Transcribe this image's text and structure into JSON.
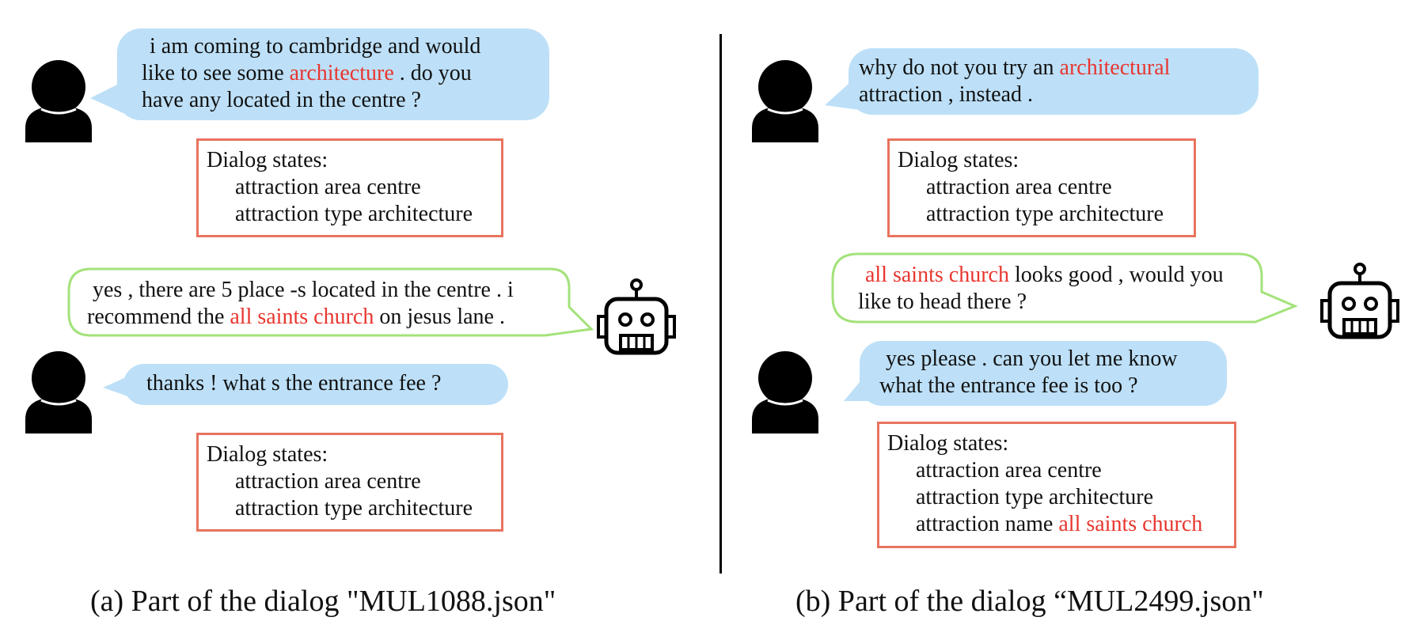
{
  "colors": {
    "user_bubble": "#bde0f8",
    "system_bubble_border": "#a3e27a",
    "state_border": "#e8735e",
    "highlight": "#e8362f",
    "divider": "#000000"
  },
  "icons": {
    "user": "person-icon",
    "system": "robot-icon"
  },
  "panel_a": {
    "caption": "(a) Part of the dialog \"MUL1088.json\"",
    "turn1": {
      "line1": "i am coming to cambridge and would",
      "line2_pre": "like to see some ",
      "line2_hl": "architecture",
      "line2_post": " . do you",
      "line3": "have any located in the centre ?"
    },
    "state1": {
      "title": "Dialog states:",
      "slot1": "attraction area centre",
      "slot2": "attraction type architecture"
    },
    "system": {
      "line1": "yes , there are 5 place -s located in the centre . i",
      "line2_pre": "recommend the ",
      "line2_hl": "all saints church",
      "line2_post": " on jesus lane ."
    },
    "turn2": {
      "line1": "thanks ! what s the entrance fee ?"
    },
    "state2": {
      "title": "Dialog states:",
      "slot1": "attraction area centre",
      "slot2": "attraction type architecture"
    }
  },
  "panel_b": {
    "caption": "(b) Part of the dialog “MUL2499.json\"",
    "turn1": {
      "line1_pre": "why do not you try an ",
      "line1_hl": "architectural",
      "line2": "attraction , instead ."
    },
    "state1": {
      "title": "Dialog states:",
      "slot1": "attraction area centre",
      "slot2": "attraction type architecture"
    },
    "system": {
      "line1_hl": "all saints church",
      "line1_post": " looks good , would you",
      "line2": "like to head there ?"
    },
    "turn2": {
      "line1": "yes please . can you let me know",
      "line2": "what the entrance fee is too ?"
    },
    "state2": {
      "title": "Dialog states:",
      "slot1": "attraction area centre",
      "slot2": "attraction type architecture",
      "slot3_pre": "attraction name ",
      "slot3_hl": "all saints church"
    }
  }
}
